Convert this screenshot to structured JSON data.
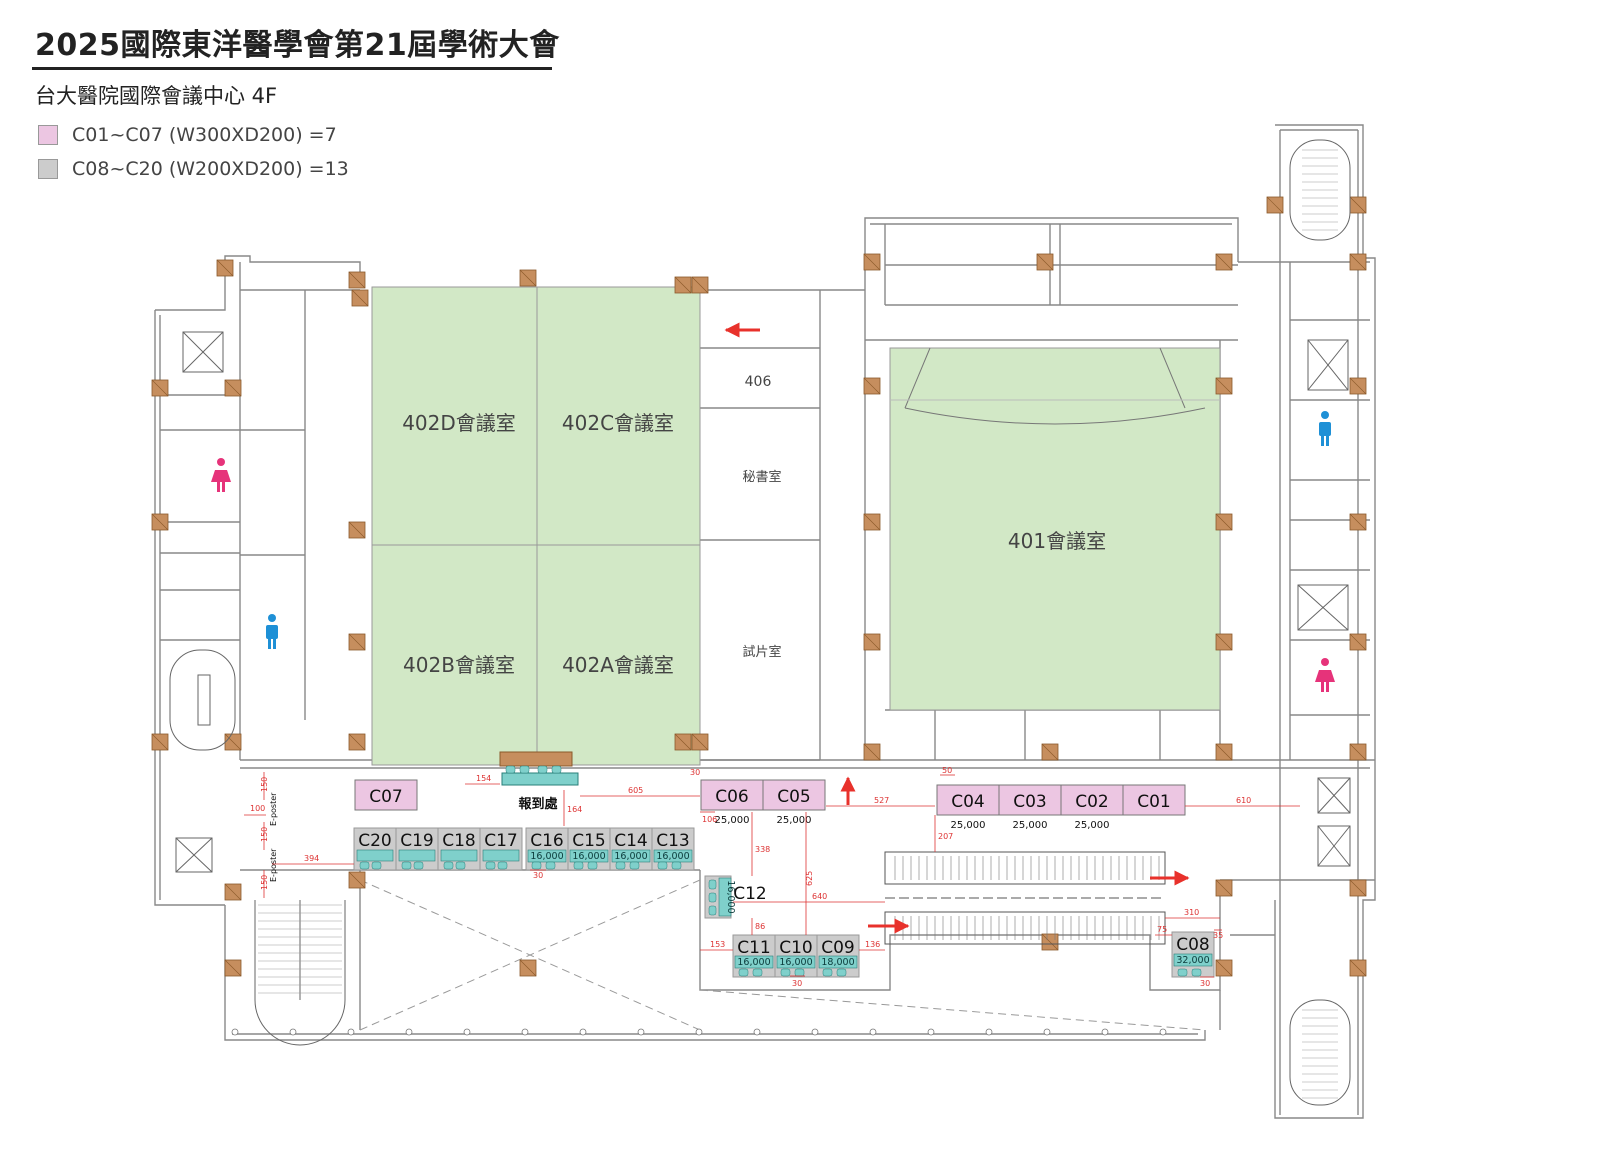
{
  "header": {
    "title": "2025國際東洋醫學會第21屆學術大會",
    "subtitle": "台大醫院國際會議中心 4F"
  },
  "legend": [
    {
      "label": "C01~C07 (W300XD200) =7",
      "color": "#ecc6e2"
    },
    {
      "label": "C08~C20 (W200XD200) =13",
      "color": "#cccccc"
    }
  ],
  "colors": {
    "room_fill": "#d2e8c6",
    "booth_large": "#ecc6e2",
    "booth_small": "#cccccc",
    "table": "#7fd0cb",
    "column": "#c68e5e",
    "dimension": "#dd3333",
    "arrow": "#e8312b",
    "female_icon": "#e6337a",
    "male_icon": "#1e90d6"
  },
  "rooms": {
    "r402D": "402D會議室",
    "r402C": "402C會議室",
    "r402B": "402B會議室",
    "r402A": "402A會議室",
    "r401": "401會議室",
    "r406": "406",
    "secretary": "秘書室",
    "preview": "試片室",
    "registration": "報到處",
    "eposter1": "E-poster",
    "eposter2": "E-poster"
  },
  "booths": {
    "C01": {
      "label": "C01",
      "price": ""
    },
    "C02": {
      "label": "C02",
      "price": "25,000"
    },
    "C03": {
      "label": "C03",
      "price": "25,000"
    },
    "C04": {
      "label": "C04",
      "price": "25,000"
    },
    "C05": {
      "label": "C05",
      "price": "25,000"
    },
    "C06": {
      "label": "C06",
      "price": "25,000"
    },
    "C07": {
      "label": "C07",
      "price": ""
    },
    "C08": {
      "label": "C08",
      "price": "32,000"
    },
    "C09": {
      "label": "C09",
      "price": "18,000"
    },
    "C10": {
      "label": "C10",
      "price": "16,000"
    },
    "C11": {
      "label": "C11",
      "price": "16,000"
    },
    "C12": {
      "label": "C12",
      "price": "16,000"
    },
    "C13": {
      "label": "C13",
      "price": "16,000"
    },
    "C14": {
      "label": "C14",
      "price": "16,000"
    },
    "C15": {
      "label": "C15",
      "price": "16,000"
    },
    "C16": {
      "label": "C16",
      "price": "16,000"
    },
    "C17": {
      "label": "C17",
      "price": ""
    },
    "C18": {
      "label": "C18",
      "price": ""
    },
    "C19": {
      "label": "C19",
      "price": ""
    },
    "C20": {
      "label": "C20",
      "price": ""
    }
  },
  "dimensions": {
    "d150a": "150",
    "d100": "100",
    "d150b": "150",
    "d394": "394",
    "d150c": "150",
    "d154": "154",
    "d164": "164",
    "d605": "605",
    "d30a": "30",
    "d106": "106",
    "d338": "338",
    "d625": "625",
    "d527": "527",
    "d207": "207",
    "d610": "610",
    "d30b": "30",
    "d640": "640",
    "d86": "86",
    "d153": "153",
    "d136": "136",
    "d30c": "30",
    "d310": "310",
    "d75": "75",
    "d35": "35",
    "d30d": "30",
    "d50": "50"
  }
}
